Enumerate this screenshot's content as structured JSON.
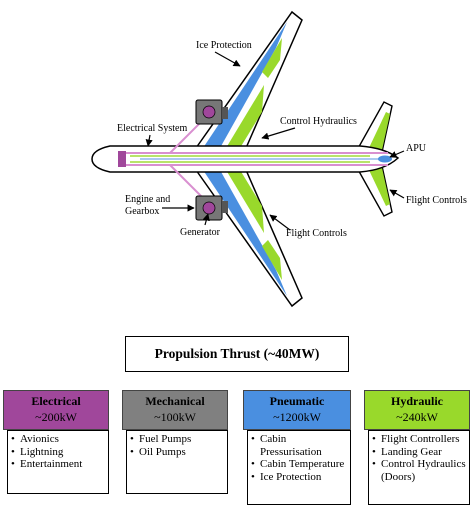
{
  "colors": {
    "electrical": "#a0479b",
    "mechanical": "#808080",
    "pneumatic": "#4a8fe0",
    "hydraulic": "#99d92b",
    "electrical_line": "#d98fd0"
  },
  "diagram": {
    "labels": {
      "ice_protection": "Ice Protection",
      "control_hydraulics": "Control Hydraulics",
      "electrical_system": "Electrical System",
      "apu": "APU",
      "engine_gearbox_line1": "Engine and",
      "engine_gearbox_line2": "Gearbox",
      "generator": "Generator",
      "flight_controls_tail": "Flight Controls",
      "flight_controls_wing": "Flight Controls"
    }
  },
  "thrust": {
    "label": "Propulsion Thrust (~40MW)"
  },
  "systems": [
    {
      "name": "Electrical",
      "power": "~200kW",
      "items": [
        "Avionics",
        "Lightning",
        "Entertainment"
      ]
    },
    {
      "name": "Mechanical",
      "power": "~100kW",
      "items": [
        "Fuel Pumps",
        "Oil Pumps"
      ]
    },
    {
      "name": "Pneumatic",
      "power": "~1200kW",
      "items": [
        "Cabin Pressurisation",
        "Cabin Temperature",
        "Ice Protection"
      ]
    },
    {
      "name": "Hydraulic",
      "power": "~240kW",
      "items": [
        "Flight Controllers",
        "Landing Gear",
        "Control Hydraulics (Doors)"
      ]
    }
  ]
}
